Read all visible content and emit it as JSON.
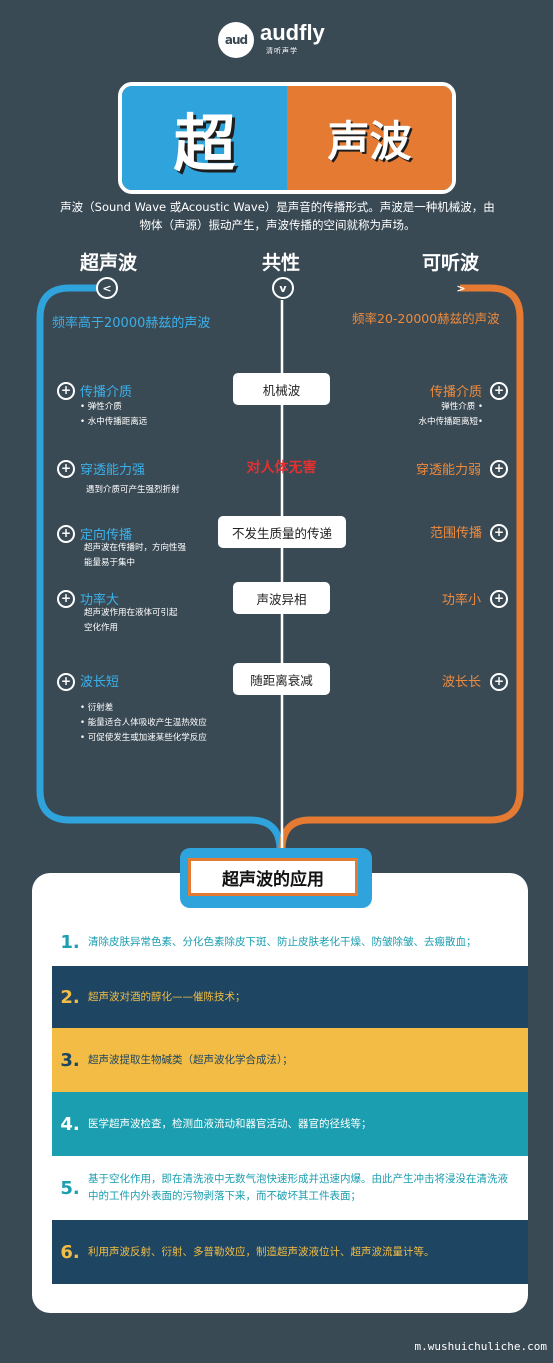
{
  "logo": {
    "mark": "aud",
    "name": "audfly",
    "sub": "清听声学"
  },
  "title": {
    "left": "超",
    "right": "声波"
  },
  "intro": {
    "line1": "声波（Sound Wave 或Acoustic Wave）是声音的传播形式。声波是一种机械波，由",
    "line2": "物体（声源）振动产生，声波传播的空间就称为声场。"
  },
  "columns": {
    "left": {
      "heading": "超声波",
      "arrow": "<",
      "freq": "频率高于20000赫兹的声波"
    },
    "center": {
      "heading": "共性",
      "arrow": "v"
    },
    "right": {
      "heading": "可听波",
      "arrow": ">",
      "freq": "频率20-20000赫兹的声波"
    }
  },
  "left_items": [
    {
      "title": "传播介质",
      "details": [
        "• 弹性介质",
        "• 水中传播距离远"
      ]
    },
    {
      "title": "穿透能力强",
      "details": [
        "遇到介质可产生强烈折射"
      ]
    },
    {
      "title": "定向传播",
      "details": [
        "超声波在传播时，方向性强",
        "能量易于集中"
      ]
    },
    {
      "title": "功率大",
      "details": [
        "超声波作用在液体可引起",
        "空化作用"
      ]
    },
    {
      "title": "波长短",
      "details": [
        "• 衍射差",
        "• 能量适合人体吸收产生温热效应",
        "• 可促使发生或加速某些化学反应"
      ]
    }
  ],
  "center_items": [
    "机械波",
    "对人体无害",
    "不发生质量的传递",
    "声波异相",
    "随距离衰减"
  ],
  "right_items": [
    {
      "title": "传播介质",
      "details": [
        "弹性介质 •",
        "水中传播距离短•"
      ]
    },
    {
      "title": "穿透能力弱",
      "details": []
    },
    {
      "title": "范围传播",
      "details": []
    },
    {
      "title": "功率小",
      "details": []
    },
    {
      "title": "波长长",
      "details": []
    }
  ],
  "applications": {
    "heading": "超声波的应用",
    "items": [
      {
        "num": "1.",
        "text": "清除皮肤异常色素、分化色素除皮下斑、防止皮肤老化干燥、防皱除皱、去瘢散血；"
      },
      {
        "num": "2.",
        "text": "超声波对酒的醇化——催陈技术；"
      },
      {
        "num": "3.",
        "text": "超声波提取生物碱类（超声波化学合成法）；"
      },
      {
        "num": "4.",
        "text": "医学超声波检查，检测血液流动和器官活动、器官的径线等；"
      },
      {
        "num": "5.",
        "text": "基于空化作用，即在清洗液中无数气泡快速形成并迅速内爆。由此产生冲击将浸没在清洗液中的工件内外表面的污物剥落下来，而不破坏其工件表面；"
      },
      {
        "num": "6.",
        "text": "利用声波反射、衍射、多普勒效应，制造超声波液位计、超声波流量计等。"
      }
    ]
  },
  "watermark": "m.wushuichuliche.com",
  "colors": {
    "background": "#3a4a55",
    "blue": "#2fa3dc",
    "orange": "#e57a32",
    "yellow": "#f3bd45",
    "teal": "#1a9eb0",
    "navy": "#1e4561"
  }
}
